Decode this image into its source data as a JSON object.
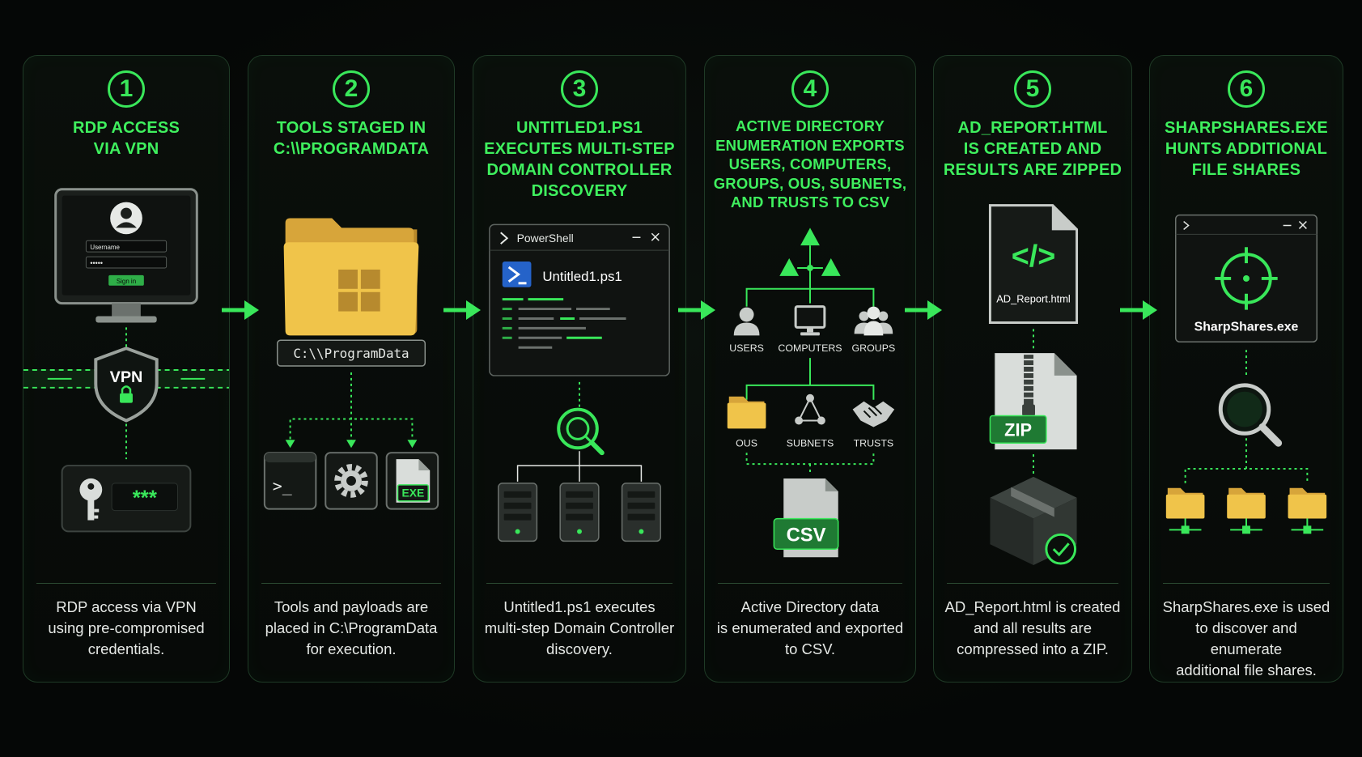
{
  "colors": {
    "accent": "#39e75a",
    "background": "#050706",
    "folder": "#f0c44a"
  },
  "steps": [
    {
      "number": "1",
      "title_lines": [
        "RDP ACCESS",
        "VIA VPN"
      ],
      "description_lines": [
        "RDP access via VPN",
        "using pre-compromised",
        "credentials."
      ],
      "art": {
        "username": "Username",
        "password_mask": "•••••",
        "sign_in": "Sign in",
        "vpn": "VPN",
        "secret": "***"
      }
    },
    {
      "number": "2",
      "title_lines": [
        "TOOLS STAGED IN",
        "C:\\\\PROGRAMDATA"
      ],
      "description_lines": [
        "Tools and payloads are",
        "placed in C:\\ProgramData",
        "for execution."
      ],
      "art": {
        "path": "C:\\\\ProgramData",
        "exe": "EXE",
        "prompt": ">_"
      }
    },
    {
      "number": "3",
      "title_lines": [
        "UNTITLED1.PS1",
        "EXECUTES MULTI-STEP",
        "DOMAIN CONTROLLER",
        "DISCOVERY"
      ],
      "description_lines": [
        "Untitled1.ps1 executes",
        "multi-step Domain Controller",
        "discovery."
      ],
      "art": {
        "window_title": "PowerShell",
        "file": "Untitled1.ps1"
      }
    },
    {
      "number": "4",
      "title_lines": [
        "ACTIVE DIRECTORY",
        "ENUMERATION EXPORTS",
        "USERS, COMPUTERS,",
        "GROUPS, OUS, SUBNETS,",
        "AND TRUSTS TO CSV"
      ],
      "description_lines": [
        "Active Directory data",
        "is enumerated and exported",
        "to CSV."
      ],
      "art": {
        "users": "USERS",
        "computers": "COMPUTERS",
        "groups": "GROUPS",
        "ous": "OUS",
        "subnets": "SUBNETS",
        "trusts": "TRUSTS",
        "csv": "CSV"
      }
    },
    {
      "number": "5",
      "title_lines": [
        "AD_REPORT.HTML",
        "IS CREATED AND",
        "RESULTS ARE ZIPPED"
      ],
      "description_lines": [
        "AD_Report.html is created",
        "and all results are",
        "compressed into a ZIP."
      ],
      "art": {
        "file": "AD_Report.html",
        "zip": "ZIP",
        "code": "</>"
      }
    },
    {
      "number": "6",
      "title_lines": [
        "SHARPSHARES.EXE",
        "HUNTS ADDITIONAL",
        "FILE SHARES"
      ],
      "description_lines": [
        "SharpShares.exe is used",
        "to discover and enumerate",
        "additional file shares."
      ],
      "art": {
        "exe": "SharpShares.exe"
      }
    }
  ]
}
